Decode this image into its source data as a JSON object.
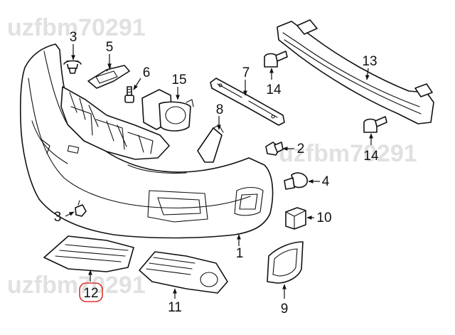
{
  "watermarks": [
    "uzfbm70291",
    "uzfbm70291",
    "uzfbm70291"
  ],
  "callouts": {
    "c1": "1",
    "c3a": "3",
    "c3b": "3",
    "c4": "4",
    "c5": "5",
    "c6": "6",
    "c7": "7",
    "c8": "8",
    "c9": "9",
    "c10": "10",
    "c11": "11",
    "c12": "12",
    "c13": "13",
    "c14a": "14",
    "c14b": "14",
    "c15": "15",
    "c2": "2"
  },
  "highlight_color": "#e0322b"
}
